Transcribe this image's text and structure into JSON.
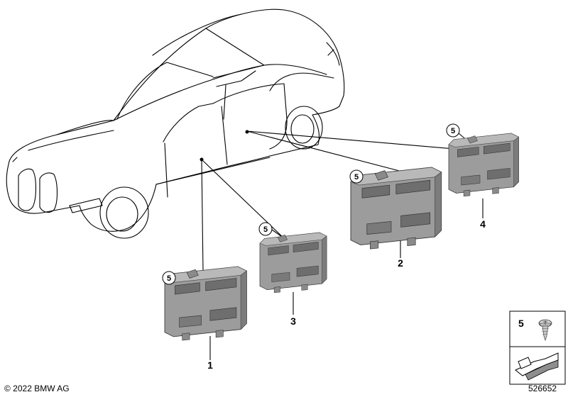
{
  "callouts": {
    "p1": "1",
    "p2": "2",
    "p3": "3",
    "p4": "4",
    "screw": "5"
  },
  "legend": {
    "screw_number": "5"
  },
  "footer": {
    "copyright": "© 2022 BMW AG",
    "diagram_id": "526652"
  },
  "colors": {
    "module_fill": "#9a9a9a",
    "module_dark": "#7e7e7e",
    "module_light": "#b8b8b8",
    "line": "#000000"
  }
}
